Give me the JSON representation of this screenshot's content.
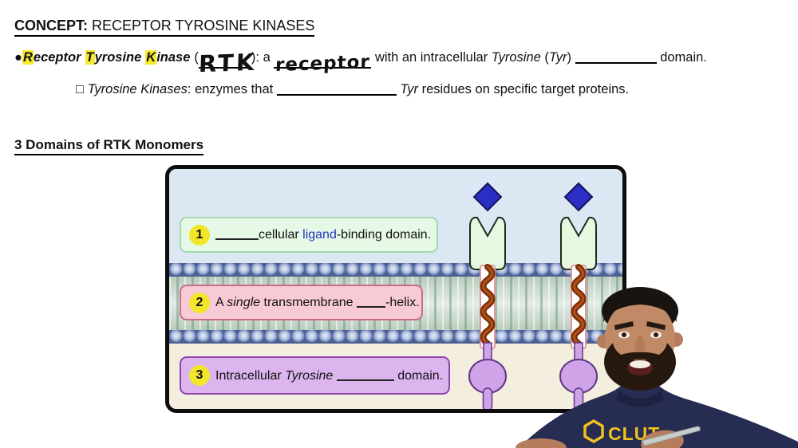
{
  "colors": {
    "highlight_yellow": "#f5e92c",
    "link_blue": "#2433c0",
    "ligand_blue": "#2a2ec4",
    "receptor_green": "#e7f8e1",
    "helix_brown": "#7c2f08",
    "kinase_purple": "#cfa3e8",
    "extracellular_bg": "#dce7f4",
    "membrane_tails_bg": "#d5e4d8",
    "intracellular_bg": "#f3eedd",
    "box1_bg": "#e6f9e6",
    "box1_border": "#a3d9ad",
    "box2_bg": "#f7cad6",
    "box2_border": "#c76d87",
    "box3_bg": "#dcb5ee",
    "box3_border": "#8e44ad",
    "number_circle_yellow": "#f2e62b",
    "shirt_navy": "#272c52",
    "logo_yellow": "#efc21f"
  },
  "header": {
    "concept_label": "CONCEPT: ",
    "concept_title": "RECEPTOR TYROSINE KINASES",
    "bullet_marker": "●",
    "term_words": [
      {
        "first": "R",
        "rest": "eceptor"
      },
      {
        "first": "T",
        "rest": "yrosine"
      },
      {
        "first": "K",
        "rest": "inase"
      }
    ],
    "paren_open": "(",
    "abbr_handwritten": "RTK",
    "after_abbr": "): a ",
    "answer_handwritten": "receptor",
    "mid_text": " with an intracellular ",
    "tyrosine_italic": "Tyrosine",
    "tyr_pre": " (",
    "tyr_italic": "Tyr",
    "tyr_post": ") ",
    "end_text": " domain.",
    "sub_marker": "□ ",
    "sub_term": "Tyrosine Kinases",
    "sub_mid": ": enzymes that ",
    "sub_tyr": " Tyr",
    "sub_end": " residues on specific target proteins."
  },
  "section_heading": "3 Domains of RTK Monomers",
  "diagram": {
    "labels": [
      {
        "number": "1",
        "pre": "",
        "blank_then": "cellular ",
        "link": "ligand",
        "post": "-binding domain."
      },
      {
        "number": "2",
        "pre": "A ",
        "italic": "single",
        "mid": " transmembrane ",
        "post": "-helix."
      },
      {
        "number": "3",
        "pre": "Intracellular ",
        "italic": "Tyrosine",
        "post": " domain."
      }
    ]
  },
  "person": {
    "shirt_text": "CLUT"
  }
}
